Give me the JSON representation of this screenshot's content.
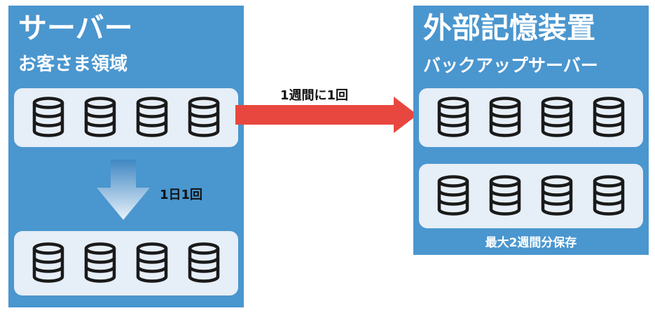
{
  "server": {
    "title": "サーバー",
    "subtitle": "お客さま領域"
  },
  "storage": {
    "title": "外部記憶装置",
    "subtitle": "バックアップサーバー",
    "retention_note": "最大2週間分保存"
  },
  "transfers": {
    "weekly_label": "1週間に1回",
    "daily_label": "1日1回"
  },
  "colors": {
    "panel": "#4a96cf",
    "row_background": "#e6eef7",
    "weekly_arrow": "#e8473f",
    "daily_arrow_gradient": [
      "#3f87c3",
      "#e9f2fa"
    ]
  },
  "icons": {
    "disk": "database-icon",
    "weekly": "arrow-right-icon",
    "daily": "arrow-down-icon"
  }
}
